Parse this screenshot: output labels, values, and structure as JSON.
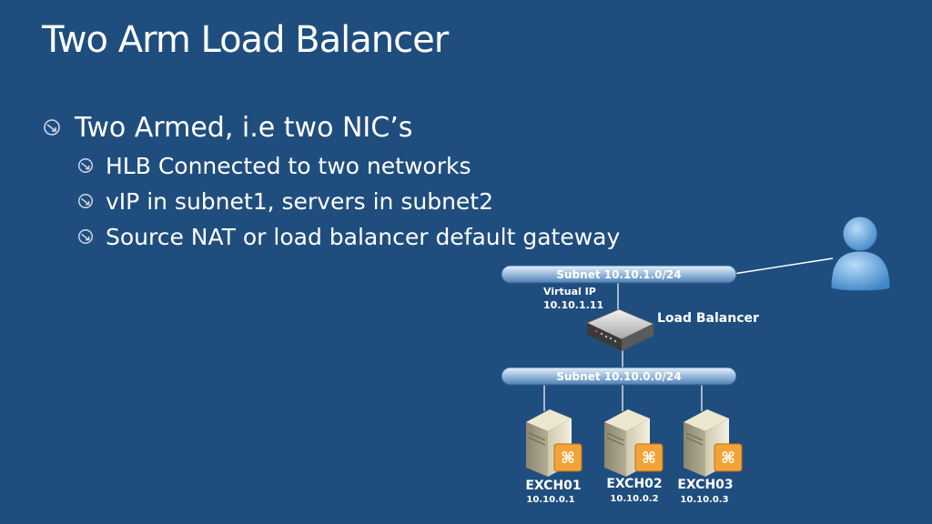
{
  "slide": {
    "title": "Two Arm Load Balancer"
  },
  "bullets": {
    "level1": "Two Armed, i.e two NIC’s",
    "level2": [
      "HLB Connected to two networks",
      "vIP in subnet1, servers in subnet2",
      "Source NAT or load balancer default gateway"
    ]
  },
  "diagram": {
    "subnet1_label": "Subnet 10.10.1.0/24",
    "subnet2_label": "Subnet 10.10.0.0/24",
    "vip_label": "Virtual IP",
    "vip_ip": "10.10.1.11",
    "load_balancer_label": "Load Balancer",
    "servers": [
      {
        "name": "EXCH01",
        "ip": "10.10.0.1"
      },
      {
        "name": "EXCH02",
        "ip": "10.10.0.2"
      },
      {
        "name": "EXCH03",
        "ip": "10.10.0.3"
      }
    ]
  }
}
